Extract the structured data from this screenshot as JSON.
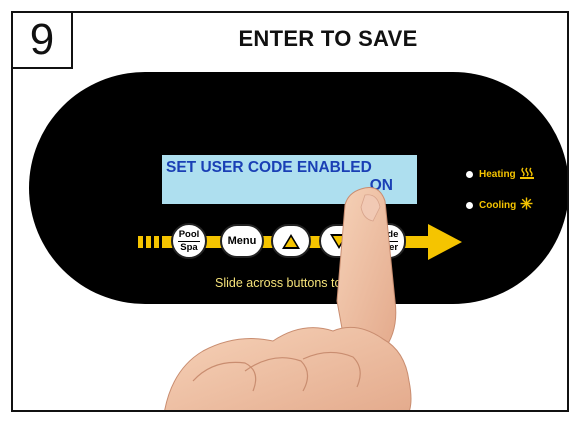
{
  "step": {
    "number": "9",
    "title": "ENTER TO SAVE"
  },
  "display": {
    "line1": "SET USER CODE ENABLED",
    "line2": "ON"
  },
  "indicators": [
    {
      "label": "Heating",
      "icon": "heat-waves-icon"
    },
    {
      "label": "Cooling",
      "icon": "snowflake-icon"
    }
  ],
  "buttons": {
    "pool_spa": {
      "top": "Pool",
      "bottom": "Spa"
    },
    "menu": "Menu",
    "up": "up-arrow",
    "down": "down-arrow",
    "mode_enter": {
      "top": "Mode",
      "bottom": "Enter"
    }
  },
  "hint": "Slide across buttons to unlock",
  "colors": {
    "panel": "#000000",
    "lcd_background": "#aedfef",
    "lcd_text": "#1a3fb5",
    "accent_yellow": "#f5c400"
  }
}
